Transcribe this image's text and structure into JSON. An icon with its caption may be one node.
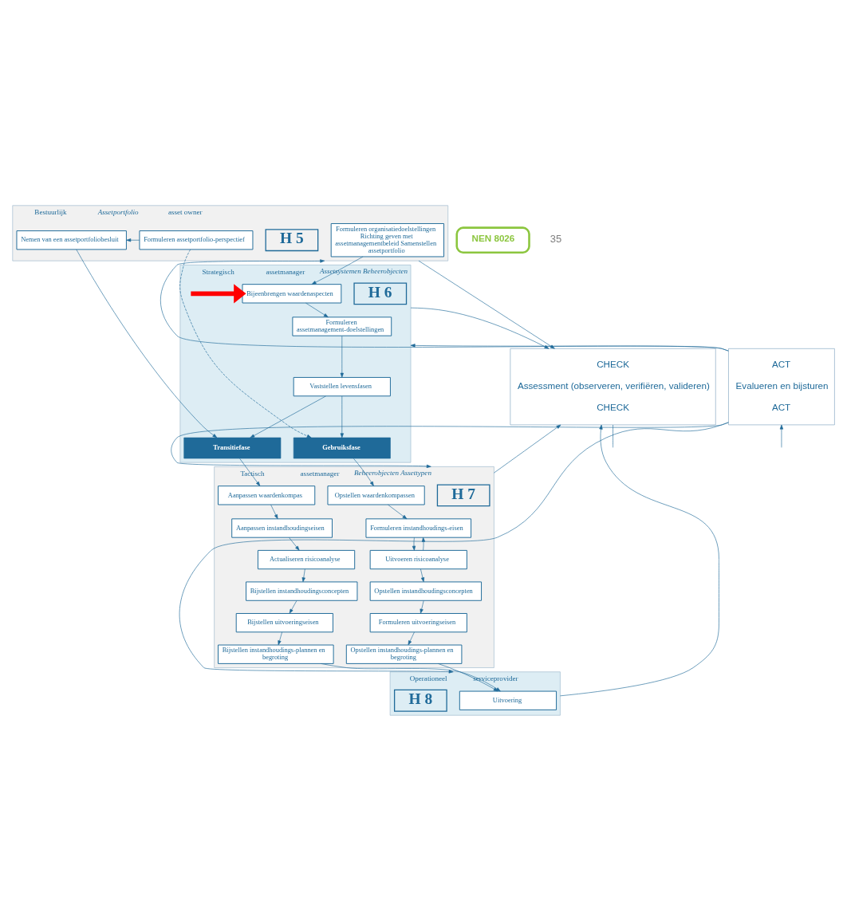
{
  "diagram": {
    "nodes": [
      {
        "text": [
          "ACT",
          "Evalueren en bijsturen",
          "ACT"
        ]
      },
      {
        "text": [
          "Bestuurlijk",
          "Assetportfolio",
          "asset owner"
        ]
      },
      {
        "text": [
          "Formuleren organisatiedoelstellingen Richting geven met assetmanagementbeleid Samenstellen assetportfolio"
        ],
        "in": 1
      },
      {
        "text": [
          "H 5"
        ],
        "in": 1
      },
      {
        "text": [
          "Formuleren assetportfolio-perspectief"
        ],
        "in": 1
      },
      {
        "text": [
          "Nemen van een assetportfoliobesluit"
        ],
        "in": 1
      },
      {
        "text": [
          "Strategisch",
          "assetmanager",
          "Assetsystemen Beheerobjecten"
        ]
      },
      {
        "text": [
          "Bijeenbrengen waardenaspecten"
        ],
        "in": 6
      },
      {
        "text": [
          "Formuleren assetmanagement-doelstellingen"
        ],
        "in": 6
      },
      {
        "text": [
          "H 6"
        ],
        "in": 6
      },
      {
        "text": [
          "Vaststellen levensfasen"
        ],
        "in": 6
      },
      {
        "text": [
          "Gebruiksfase"
        ],
        "in": 6
      },
      {
        "text": [
          "Transitiefase"
        ],
        "in": 6
      },
      {
        "text": [
          "NEN 8026"
        ]
      },
      {
        "text": [
          "Tactisch",
          "assetmanager",
          "Beheerobjecten Assettypen"
        ]
      },
      {
        "text": [
          "H 7"
        ],
        "in": 14
      },
      {
        "text": [
          "Opstellen waardenkompassen"
        ],
        "in": 14
      },
      {
        "text": [
          "Aanpassen waardenkompas"
        ],
        "in": 14
      },
      {
        "text": [
          "Formuleren instandhoudings-eisen"
        ],
        "in": 14
      },
      {
        "text": [
          "Aanpassen instandhoudingseisen"
        ],
        "in": 14
      },
      {
        "text": [
          "Uitvoeren risicoanalyse"
        ],
        "in": 14
      },
      {
        "text": [
          "Actualiseren risicoanalyse"
        ],
        "in": 14
      },
      {
        "text": [
          "Opstellen instandhoudingsconcepten"
        ],
        "in": 14
      },
      {
        "text": [
          "Bijstellen instandhoudingsconcepten"
        ],
        "in": 14
      },
      {
        "text": [
          "Formuleren uitvoeringseisen"
        ],
        "in": 14
      },
      {
        "text": [
          "Bijstellen uitvoeringseisen"
        ],
        "in": 14
      },
      {
        "text": [
          "Opstellen instandhoudings-plannen en begroting"
        ],
        "in": 14
      },
      {
        "text": [
          "Bijstellen instandhoudings-plannen en begroting"
        ],
        "in": 14
      },
      {
        "text": [
          "Operationeel",
          "serviceprovider"
        ]
      },
      {
        "text": [
          "Uitvoering"
        ],
        "in": 28
      },
      {
        "text": [
          "H 8"
        ],
        "in": 28
      },
      {
        "text": [
          "CHECK",
          "Assessment (observeren, verifiëren, valideren)",
          "CHECK"
        ]
      }
    ],
    "edges": [
      {
        "from": 0,
        "to": 1,
        "arrow": "to"
      },
      {
        "from": 0,
        "to": 6,
        "arrow": "to"
      },
      {
        "from": 0,
        "to": 14,
        "arrow": "to"
      },
      {
        "from": 0,
        "to": 28,
        "arrow": "to"
      },
      {
        "from": 1,
        "to": 31,
        "arrow": "to"
      },
      {
        "from": 6,
        "to": 31,
        "arrow": "to"
      },
      {
        "from": 14,
        "to": 31,
        "arrow": "to"
      },
      {
        "from": 28,
        "to": 31,
        "arrow": "to"
      },
      {
        "from": 2,
        "to": 7,
        "arrow": "to"
      },
      {
        "from": 4,
        "to": 5,
        "arrow": "to"
      },
      {
        "from": 4,
        "to": 11,
        "arrow": "to",
        "style": "dashed"
      },
      {
        "from": 5,
        "to": 12,
        "arrow": "to"
      },
      {
        "from": 7,
        "to": 8,
        "arrow": "to"
      },
      {
        "from": 8,
        "to": 10,
        "arrow": "to"
      },
      {
        "from": 10,
        "to": 11,
        "arrow": "to"
      },
      {
        "from": 10,
        "to": 12,
        "arrow": "to"
      },
      {
        "from": 11,
        "to": 16,
        "arrow": "to"
      },
      {
        "from": 16,
        "to": 18,
        "arrow": "to"
      },
      {
        "from": 18,
        "to": 20,
        "arrow": "to"
      },
      {
        "from": 20,
        "to": 18,
        "arrow": "to"
      },
      {
        "from": 20,
        "to": 22,
        "arrow": "to"
      },
      {
        "from": 22,
        "to": 24,
        "arrow": "to"
      },
      {
        "from": 24,
        "to": 26,
        "arrow": "to"
      },
      {
        "from": 26,
        "to": 29,
        "arrow": "to"
      },
      {
        "from": 12,
        "to": 17,
        "arrow": "to"
      },
      {
        "from": 17,
        "to": 19,
        "arrow": "to"
      },
      {
        "from": 19,
        "to": 21,
        "arrow": "to"
      },
      {
        "from": 21,
        "to": 23,
        "arrow": "to"
      },
      {
        "from": 23,
        "to": 25,
        "arrow": "to"
      },
      {
        "from": 25,
        "to": 27,
        "arrow": "to"
      },
      {
        "from": 27,
        "to": 29,
        "arrow": "to"
      },
      {
        "from": null,
        "to": 7,
        "arrow": "to",
        "style": "thick",
        "color": "#ff0000"
      },
      {
        "from": null,
        "to": 0,
        "arrow": "to"
      },
      {
        "from": 31,
        "to": null,
        "arrow": "none"
      }
    ],
    "labels": [
      "35"
    ]
  }
}
